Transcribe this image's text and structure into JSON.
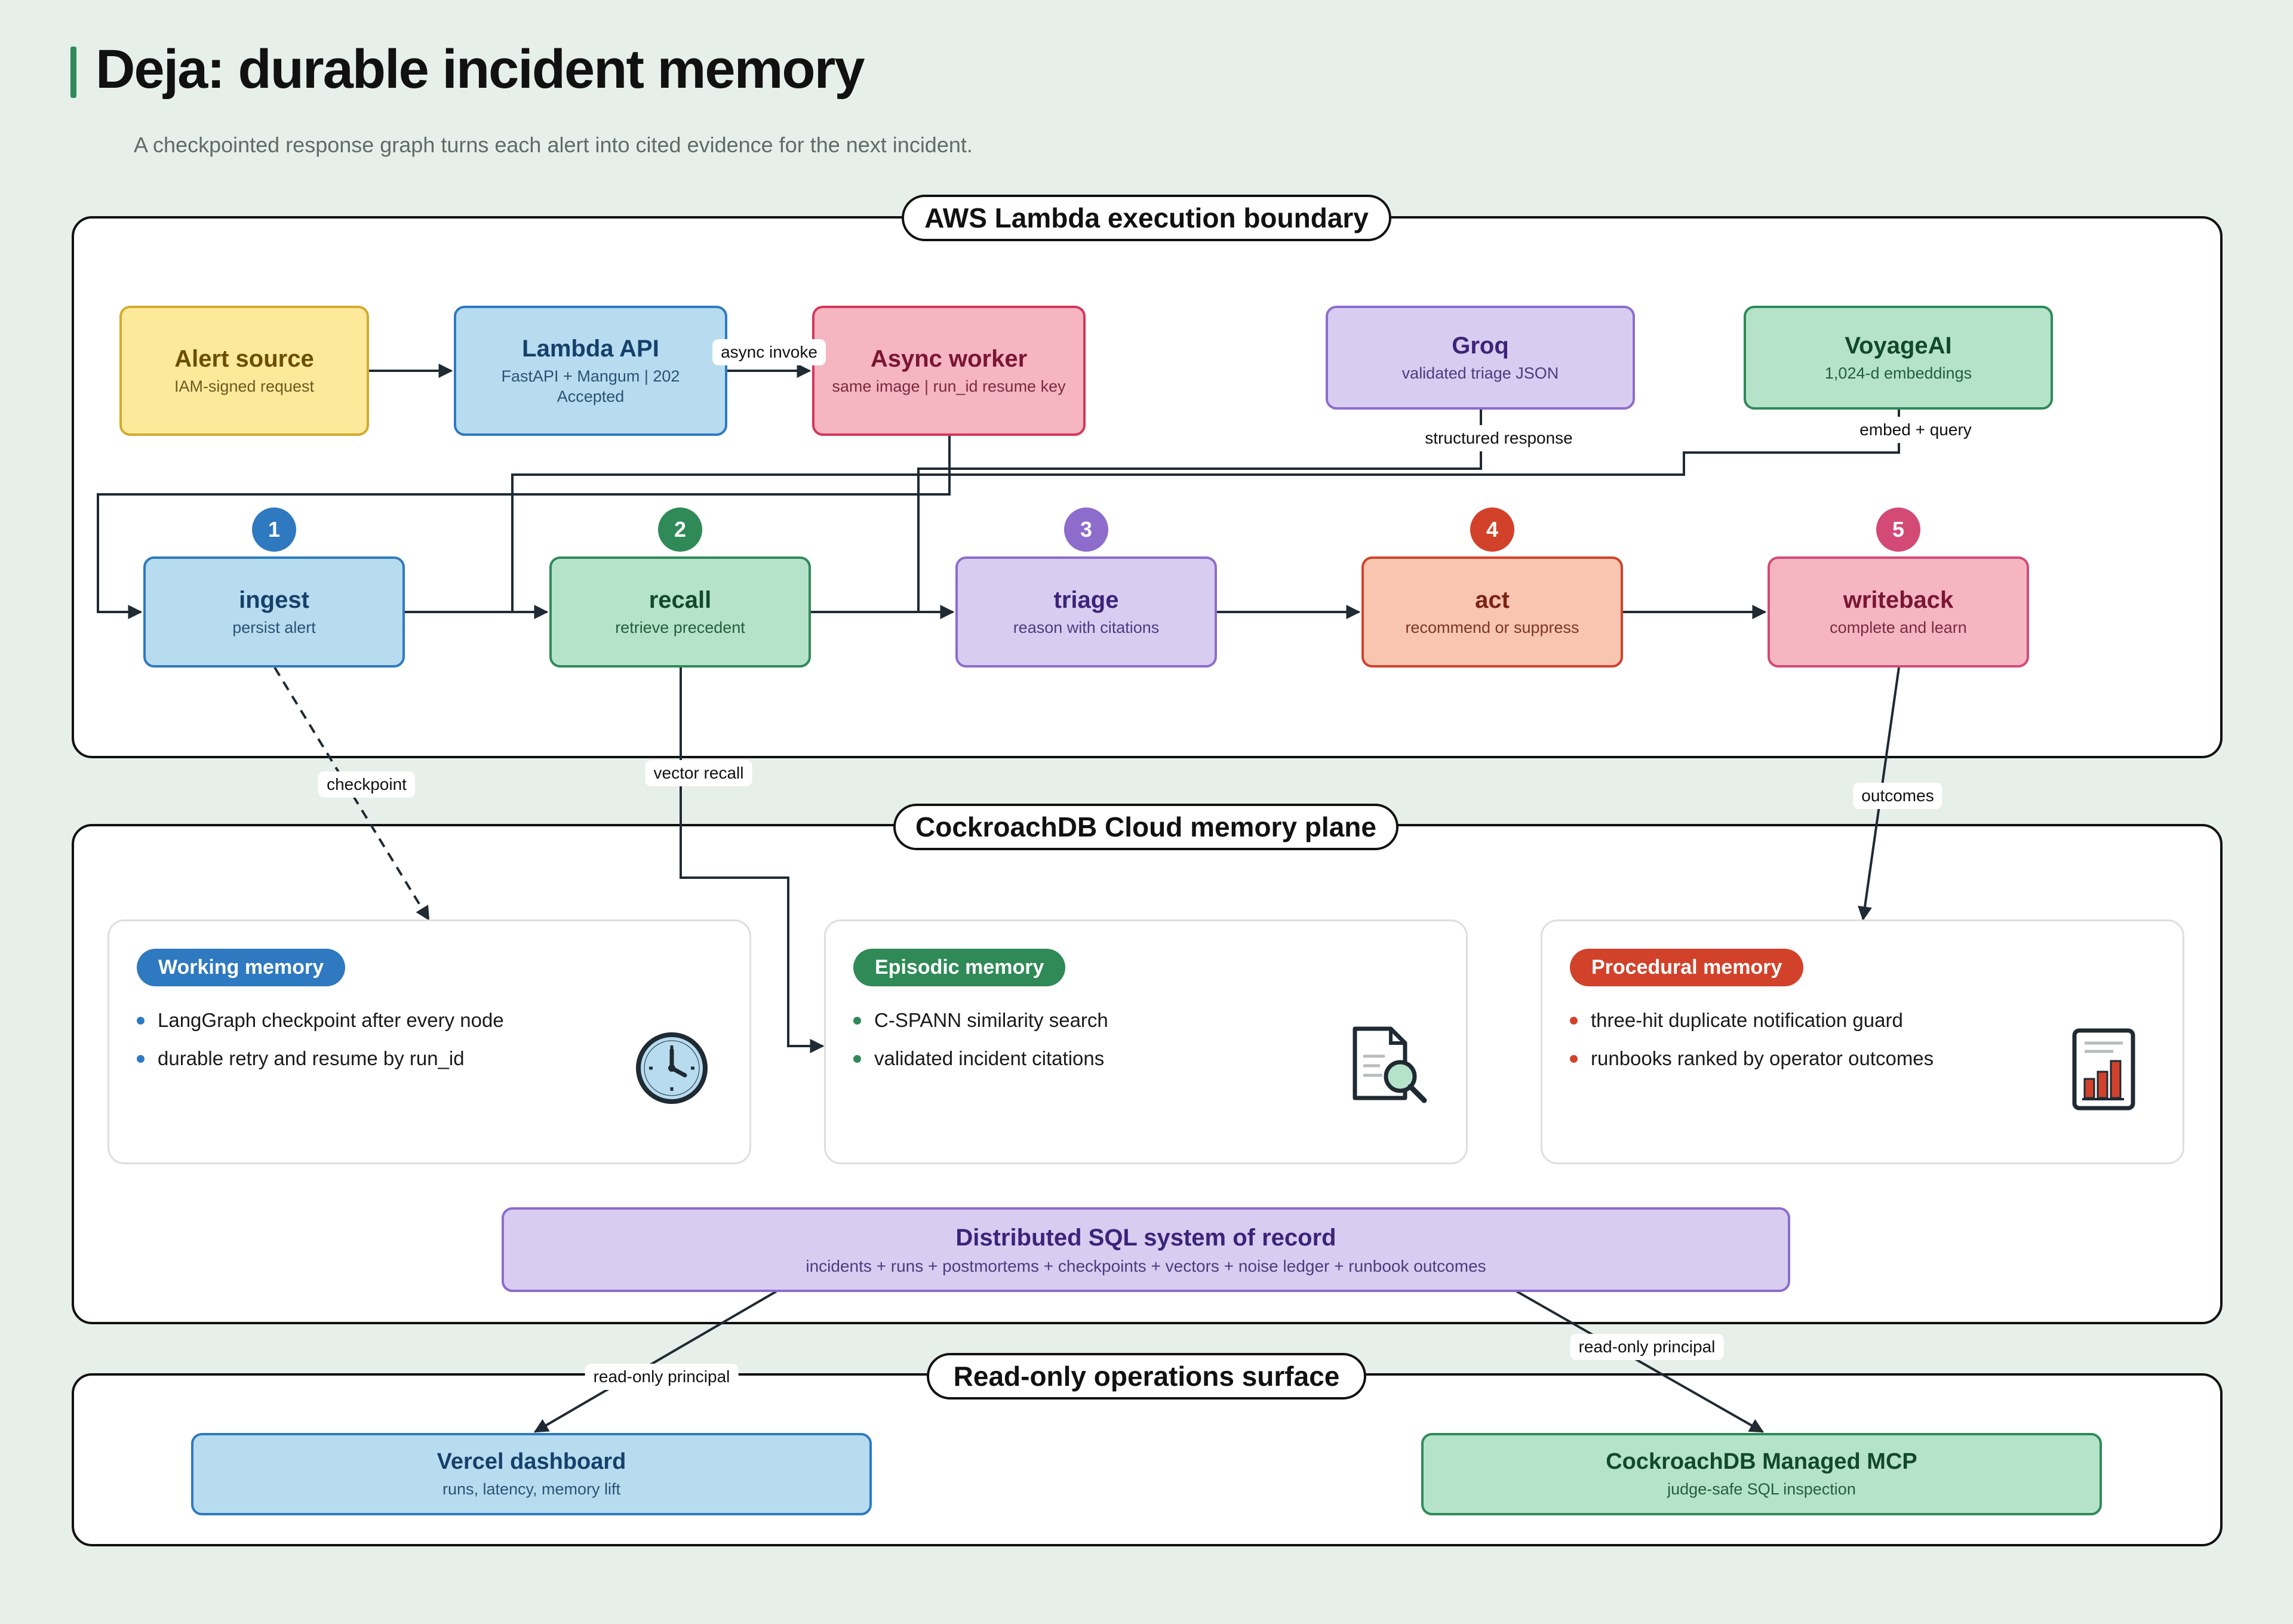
{
  "title": "Deja: durable incident memory",
  "subtitle": "A checkpointed response graph turns each alert into cited evidence for the next incident.",
  "sections": {
    "lambda": "AWS Lambda execution boundary",
    "memory": "CockroachDB Cloud memory plane",
    "ops": "Read-only operations surface"
  },
  "services": {
    "alert": {
      "title": "Alert source",
      "sub": "IAM-signed request"
    },
    "api": {
      "title": "Lambda API",
      "sub": "FastAPI + Mangum | 202 Accepted"
    },
    "worker": {
      "title": "Async worker",
      "sub": "same image | run_id resume key"
    },
    "groq": {
      "title": "Groq",
      "sub": "validated triage JSON"
    },
    "voyage": {
      "title": "VoyageAI",
      "sub": "1,024-d embeddings"
    }
  },
  "nodes": [
    {
      "num": "1",
      "title": "ingest",
      "sub": "persist alert",
      "num_color": "#2f79c0"
    },
    {
      "num": "2",
      "title": "recall",
      "sub": "retrieve precedent",
      "num_color": "#2f8a57"
    },
    {
      "num": "3",
      "title": "triage",
      "sub": "reason with citations",
      "num_color": "#8d6ccc"
    },
    {
      "num": "4",
      "title": "act",
      "sub": "recommend or suppress",
      "num_color": "#d2422b"
    },
    {
      "num": "5",
      "title": "writeback",
      "sub": "complete and learn",
      "num_color": "#d34a77"
    }
  ],
  "edge_labels": {
    "async_invoke": "async invoke",
    "structured_response": "structured response",
    "embed_query": "embed + query",
    "checkpoint": "checkpoint",
    "vector_recall": "vector recall",
    "outcomes": "outcomes",
    "ro_left": "read-only principal",
    "ro_right": "read-only principal"
  },
  "memory": [
    {
      "label": "Working memory",
      "color": "#2f79c0",
      "icon": "clock-icon",
      "bullets": [
        "LangGraph checkpoint after every node",
        "durable retry and resume by run_id"
      ]
    },
    {
      "label": "Episodic memory",
      "color": "#2f8a57",
      "icon": "document-search-icon",
      "bullets": [
        "C-SPANN similarity search",
        "validated incident citations"
      ]
    },
    {
      "label": "Procedural memory",
      "color": "#d2422b",
      "icon": "report-chart-icon",
      "bullets": [
        "three-hit duplicate notification guard",
        "runbooks ranked by operator outcomes"
      ]
    }
  ],
  "sql": {
    "title": "Distributed SQL system of record",
    "sub": "incidents + runs + postmortems + checkpoints + vectors + noise ledger + runbook outcomes"
  },
  "ops": {
    "vercel": {
      "title": "Vercel dashboard",
      "sub": "runs, latency, memory lift"
    },
    "mcp": {
      "title": "CockroachDB Managed MCP",
      "sub": "judge-safe SQL inspection"
    }
  }
}
